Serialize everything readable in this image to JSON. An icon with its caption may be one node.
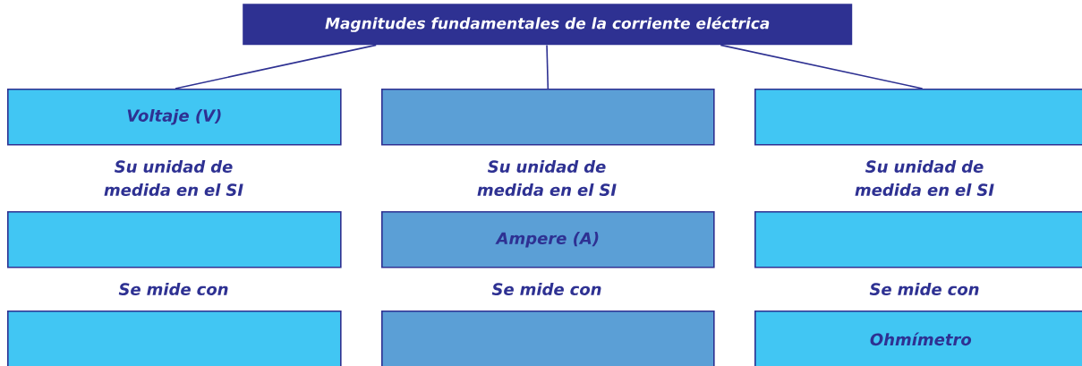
{
  "diagram": {
    "nodes": [
      {
        "text": [
          "Magnitudes fundamentales de la corriente eléctrica"
        ]
      },
      {
        "text": [
          "Voltaje (V)"
        ]
      },
      {
        "text": [],
        "shape": "box"
      },
      {
        "text": [],
        "shape": "box"
      },
      {
        "text": [],
        "shape": "box"
      },
      {
        "text": [
          "Ampere (A)"
        ]
      },
      {
        "text": [],
        "shape": "box"
      },
      {
        "text": [],
        "shape": "box"
      },
      {
        "text": [],
        "shape": "box"
      },
      {
        "text": [
          "Ohmímetro"
        ]
      }
    ],
    "edges": [
      {
        "from": 0,
        "to": 1,
        "arrow": "none"
      },
      {
        "from": 0,
        "to": 2,
        "arrow": "none"
      },
      {
        "from": 0,
        "to": 3,
        "arrow": "none"
      }
    ],
    "labels": [
      "Su unidad de medida en el SI",
      "Su unidad de medida en el SI",
      "Su unidad de medida en el SI",
      "Se mide con",
      "Se mide con",
      "Se mide con"
    ]
  }
}
